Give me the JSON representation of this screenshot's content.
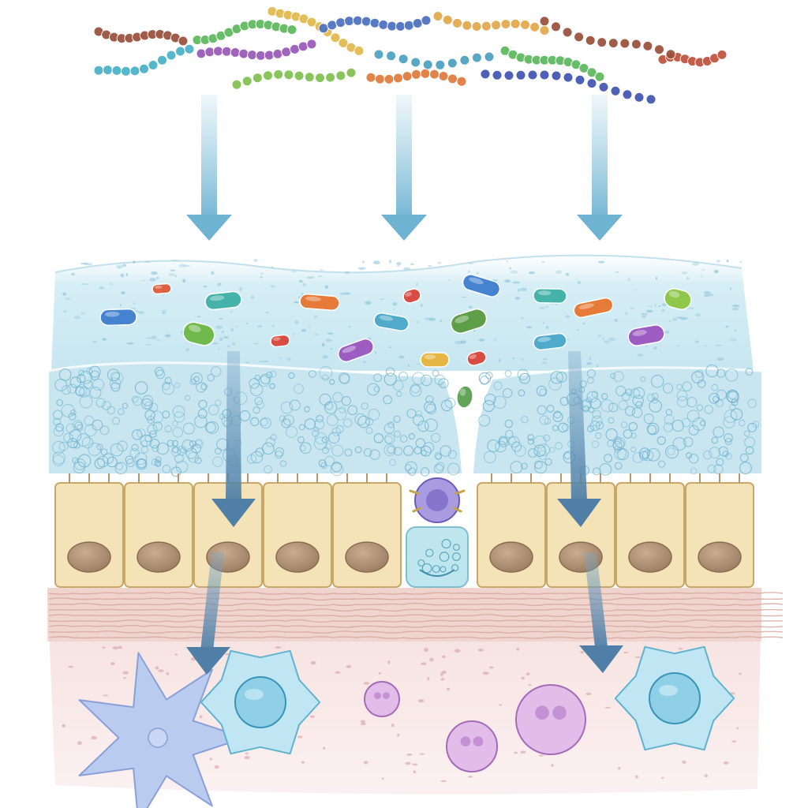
{
  "palette": {
    "background": "#ffffff",
    "mucus": "#cfe9f1",
    "mucus_edge": "#a9d4e4",
    "inner_mucus": "#c3e3ee",
    "bubble": "#7fbfd8",
    "epithelium": "#f5e3b8",
    "epithelium_edge": "#c8a86a",
    "nucleus": "#b89a7c",
    "lamina_propria": "#f7e3e3",
    "connective_band": "#e8c4bd",
    "arrow_light": "#8ec6dc",
    "arrow_dark": "#5f8db0"
  },
  "bacterial_chains": [
    {
      "color": "#9a4f3a",
      "count": 9
    },
    {
      "color": "#5cb85c",
      "count": 10
    },
    {
      "color": "#e0b84a",
      "count": 9
    },
    {
      "color": "#4a6fc0",
      "count": 10
    },
    {
      "color": "#9a57b8",
      "count": 11
    },
    {
      "color": "#48b0c8",
      "count": 8
    },
    {
      "color": "#e2a84a",
      "count": 9
    },
    {
      "color": "#e07a3a",
      "count": 8
    },
    {
      "color": "#3e54b0",
      "count": 12
    },
    {
      "color": "#7fbf4f",
      "count": 9
    },
    {
      "color": "#c0503a",
      "count": 6
    },
    {
      "color": "#4aa0c0",
      "count": 7
    }
  ],
  "microbes": [
    {
      "color": "#e05a3a"
    },
    {
      "color": "#3e7ed0"
    },
    {
      "color": "#3fb0a8"
    },
    {
      "color": "#6cb845"
    },
    {
      "color": "#e8742e"
    },
    {
      "color": "#d9453a"
    },
    {
      "color": "#4aa8c8"
    },
    {
      "color": "#9a55c0"
    },
    {
      "color": "#d9453a"
    },
    {
      "color": "#e8b43a"
    },
    {
      "color": "#5a9a40"
    },
    {
      "color": "#3e7ed0"
    },
    {
      "color": "#3fb0a8"
    },
    {
      "color": "#e8742e"
    },
    {
      "color": "#4aa8c8"
    },
    {
      "color": "#9a55c0"
    },
    {
      "color": "#8cc63f"
    },
    {
      "color": "#5aa050"
    },
    {
      "color": "#d9453a"
    }
  ],
  "epithelial_cell_count": 10,
  "immune_cells": [
    {
      "kind": "dendritic",
      "color": "#b9cbee"
    },
    {
      "kind": "macrophage",
      "color": "#8fd0e6"
    },
    {
      "kind": "lymphocyte",
      "color": "#d9a8e0"
    },
    {
      "kind": "lymphocyte",
      "color": "#d9a8e0"
    },
    {
      "kind": "lymphocyte",
      "color": "#d9a8e0"
    },
    {
      "kind": "macrophage",
      "color": "#8fd0e6"
    }
  ]
}
